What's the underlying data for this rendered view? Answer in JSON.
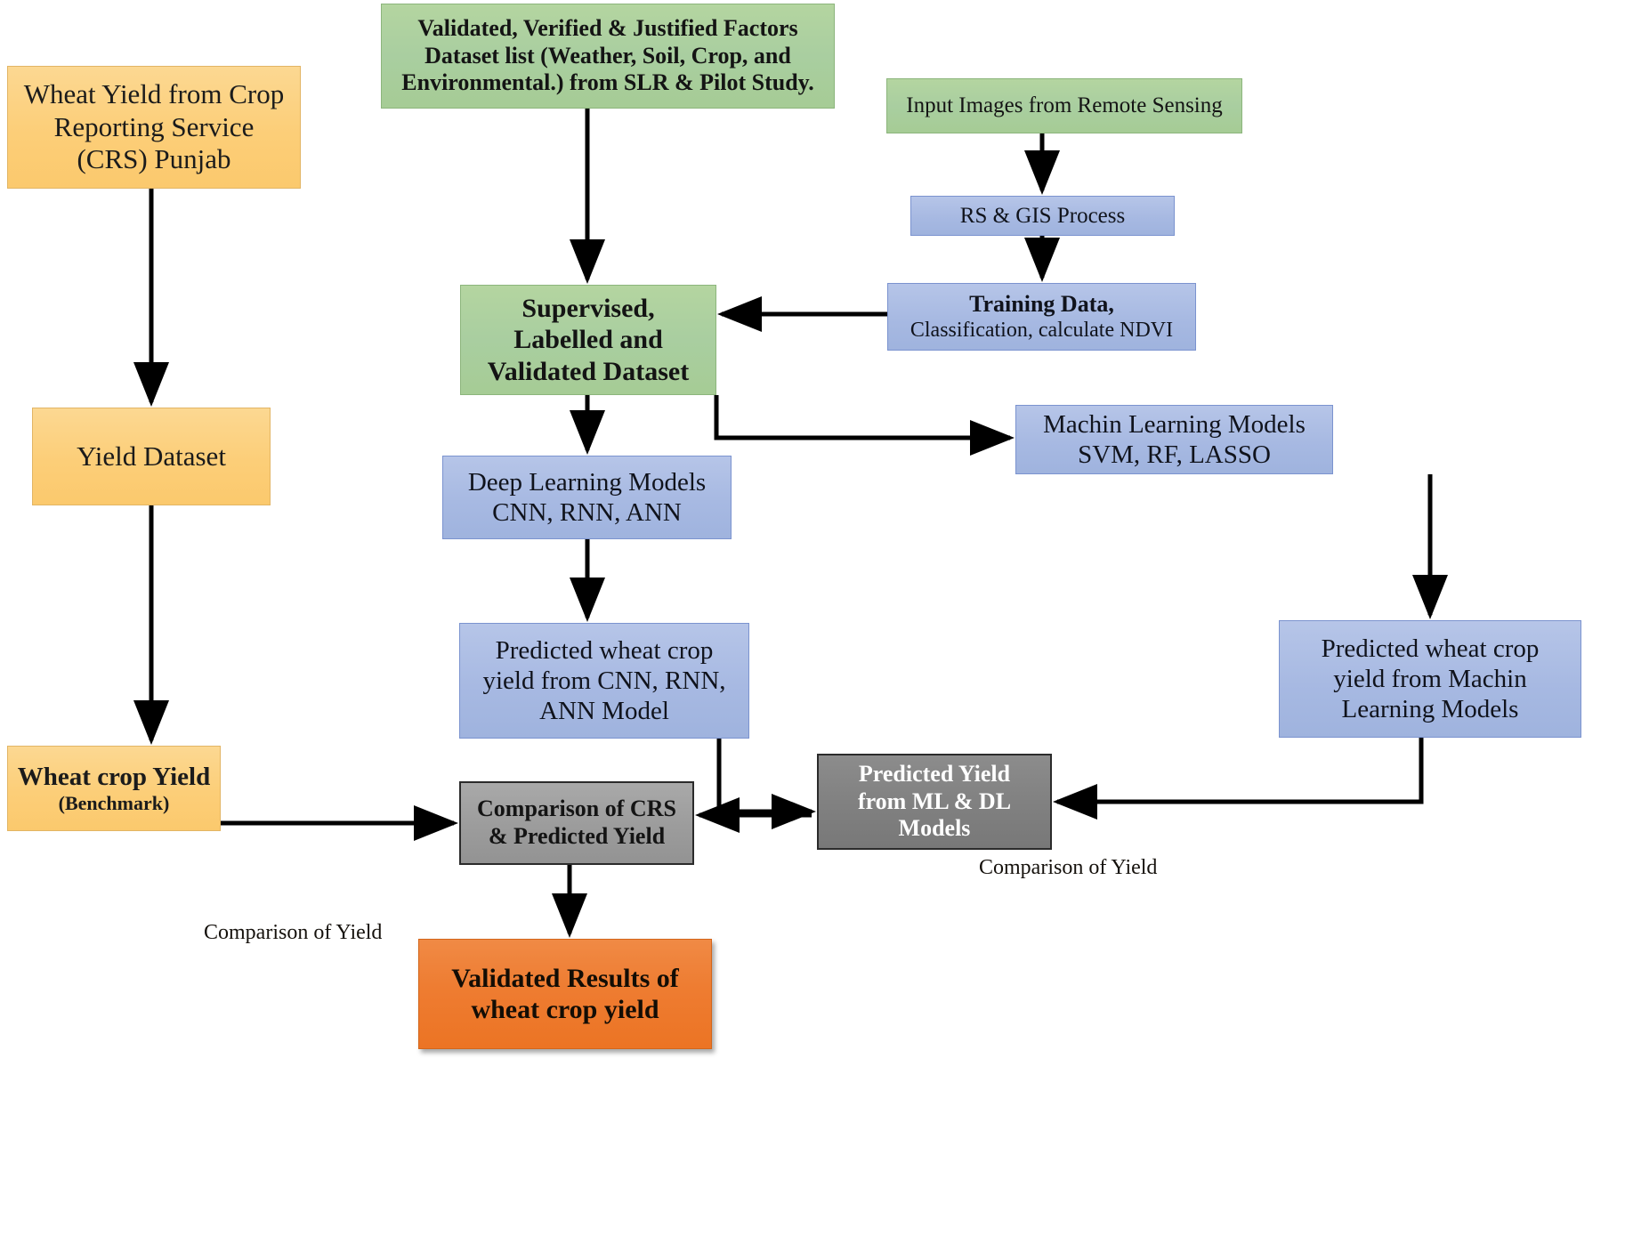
{
  "diagram": {
    "title": "Wheat crop yield prediction framework",
    "colors": {
      "orange_source": "#fbc96d",
      "green_dataset": "#a9ce9f",
      "blue_process": "#a7b9e2",
      "gray_compare": "#9d9d9d",
      "dark_gray_compare": "#818181",
      "orange_result": "#ee7c31",
      "connector": "#000000"
    },
    "nodes": {
      "crs": {
        "line1": "Wheat Yield from Crop",
        "line2": "Reporting Service",
        "line3": "(CRS) Punjab"
      },
      "yield_dataset": {
        "label": "Yield Dataset"
      },
      "benchmark": {
        "line1": "Wheat crop Yield",
        "line2": "(Benchmark)"
      },
      "factors": {
        "line1": "Validated, Verified & Justified Factors",
        "line2": "Dataset list (Weather, Soil, Crop, and",
        "line3": "Environmental.) from SLR & Pilot Study."
      },
      "supervised": {
        "line1": "Supervised,",
        "line2": "Labelled and",
        "line3": "Validated Dataset"
      },
      "deep_learning": {
        "line1": "Deep Learning Models",
        "line2": "CNN, RNN, ANN"
      },
      "dl_predicted": {
        "line1": "Predicted wheat crop",
        "line2": "yield from CNN, RNN,",
        "line3": "ANN Model"
      },
      "comparison_crs": {
        "line1": "Comparison of CRS",
        "line2": "& Predicted Yield"
      },
      "validated_results": {
        "line1": "Validated Results of",
        "line2": "wheat crop yield"
      },
      "input_images": {
        "label": "Input Images from Remote Sensing"
      },
      "rs_gis": {
        "label": "RS & GIS Process"
      },
      "training_data": {
        "line1": "Training Data,",
        "line2": "Classification, calculate NDVI"
      },
      "ml_models": {
        "line1": "Machin Learning Models",
        "line2": "SVM, RF, LASSO"
      },
      "ml_predicted": {
        "line1": "Predicted wheat crop",
        "line2": "yield from Machin",
        "line3": "Learning Models"
      },
      "predicted_yield_ml_dl": {
        "line1": "Predicted Yield",
        "line2": "from ML & DL",
        "line3": "Models"
      }
    },
    "edge_labels": {
      "comparison_left": "Comparison of Yield",
      "comparison_right": "Comparison of Yield"
    }
  }
}
